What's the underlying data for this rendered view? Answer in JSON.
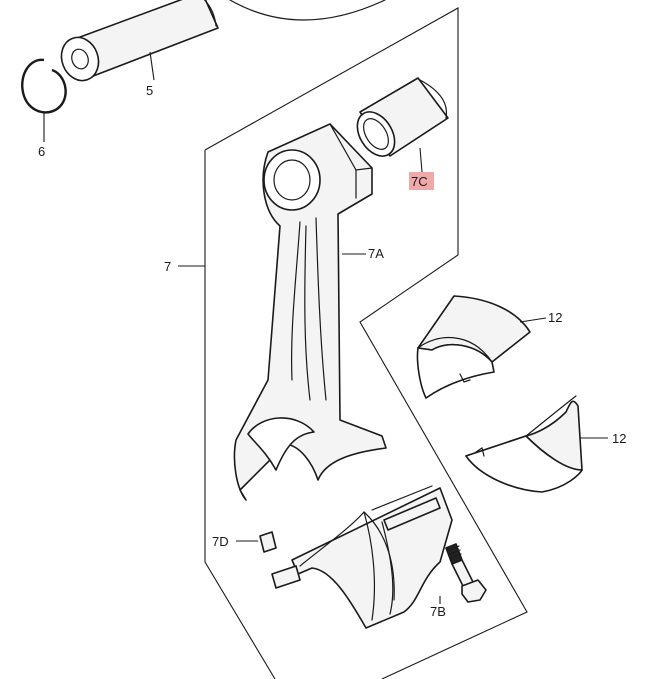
{
  "callouts": {
    "pin": "5",
    "circlip": "6",
    "rod_assembly": "7",
    "rod": "7A",
    "rod_bolt": "7B",
    "bushing": "7C",
    "dowel": "7D",
    "bearing_upper": "12",
    "bearing_lower": "12"
  },
  "colors": {
    "highlight": "#f0a9a9",
    "line": "#1a1a1a"
  }
}
